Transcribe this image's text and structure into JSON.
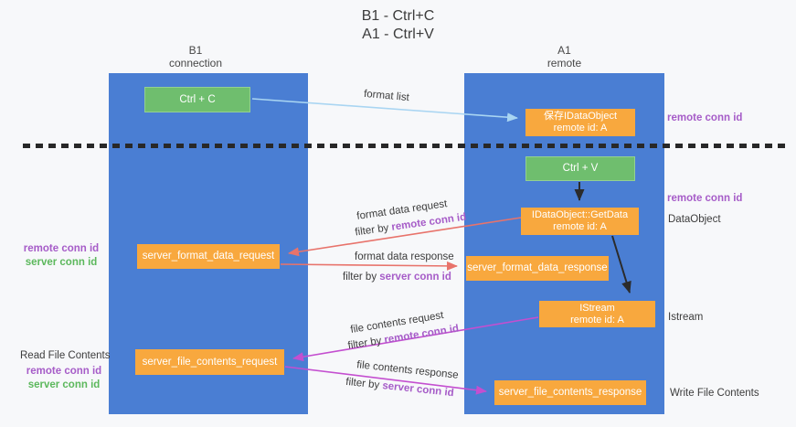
{
  "title": {
    "line1": "B1 - Ctrl+C",
    "line2": "A1 - Ctrl+V"
  },
  "columns": {
    "left": {
      "name": "B1",
      "sub": "connection"
    },
    "right": {
      "name": "A1",
      "sub": "remote"
    }
  },
  "boxes": {
    "ctrl_c": {
      "label": "Ctrl + C"
    },
    "save_dataobject": {
      "line1": "保存IDataObject",
      "line2": "remote id: A"
    },
    "ctrl_v": {
      "label": "Ctrl + V"
    },
    "getdata": {
      "line1": "IDataObject::GetData",
      "line2": "remote id: A"
    },
    "istream": {
      "line1": "IStream",
      "line2": "remote id: A"
    },
    "server_format_data_request": {
      "label": "server_format_data_request"
    },
    "server_format_data_response": {
      "label": "server_format_data_response"
    },
    "server_file_contents_request": {
      "label": "server_file_contents_request"
    },
    "server_file_contents_response": {
      "label": "server_file_contents_response"
    }
  },
  "arrow_labels": {
    "format_list": "format list",
    "format_data_request": "format data request",
    "format_data_response": "format data response",
    "file_contents_request": "file contents request",
    "file_contents_response": "file contents response",
    "filter_by": "filter by",
    "remote_conn_id": "remote conn id",
    "server_conn_id": "server conn id"
  },
  "side_labels": {
    "remote_conn_id": "remote conn id",
    "server_conn_id": "server conn id",
    "dataobject": "DataObject",
    "istream": "Istream",
    "read_file_contents": "Read File Contents",
    "write_file_contents": "Write File Contents"
  },
  "colors": {
    "background": "#f7f8fa",
    "column_blue": "#4a7ed3",
    "box_green": "#6fbe6e",
    "box_orange": "#f8a83e",
    "purple_id": "#a65cc8",
    "green_id": "#5cb85c",
    "arrow_blue": "#a9d5f2",
    "arrow_black": "#2b2b2b",
    "arrow_red": "#e8736b",
    "arrow_magenta": "#c44fd0",
    "text_dark": "#3c3c3c"
  }
}
